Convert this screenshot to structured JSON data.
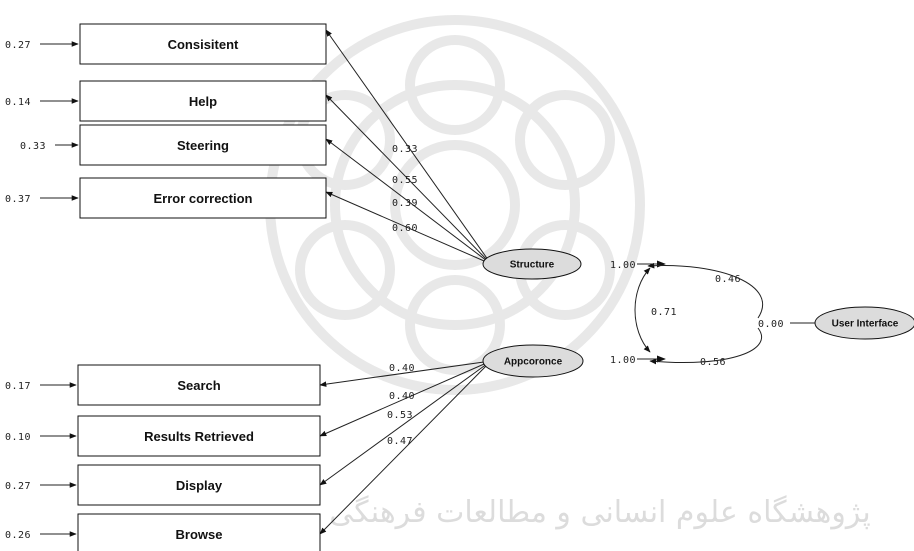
{
  "observed_top": [
    {
      "label": "Consisitent",
      "error": "0.27",
      "loading": "0.33"
    },
    {
      "label": "Help",
      "error": "0.14",
      "loading": "0.55"
    },
    {
      "label": "Steering",
      "error": "0.33",
      "loading": "0.39"
    },
    {
      "label": "Error correction",
      "error": "0.37",
      "loading": "0.60"
    }
  ],
  "observed_bottom": [
    {
      "label": "Search",
      "error": "0.17",
      "loading": "0.40"
    },
    {
      "label": "Results Retrieved",
      "error": "0.10",
      "loading": "0.40"
    },
    {
      "label": "Display",
      "error": "0.27",
      "loading": "0.53"
    },
    {
      "label": "Browse",
      "error": "0.26",
      "loading": "0.47"
    }
  ],
  "latent": {
    "structure": {
      "label": "Structure",
      "variance": "1.00"
    },
    "appearance": {
      "label": "Appcoronce",
      "variance": "1.00"
    },
    "user_interface": {
      "label": "User Interface",
      "variance": "0.00"
    }
  },
  "paths": {
    "ui_to_structure": "0.46",
    "ui_to_appearance": "0.56",
    "structure_appearance": "0.71"
  },
  "watermark_text": "پژوهشگاه علوم انسانی و مطالعات فرهنگی"
}
